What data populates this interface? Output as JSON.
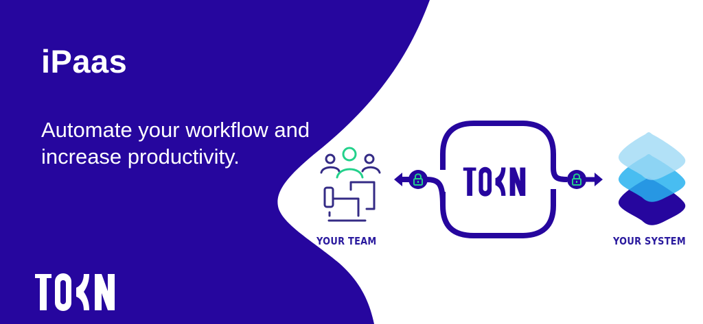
{
  "colors": {
    "brand_purple": "#26069e",
    "accent_green": "#23d18b",
    "layer_light": "#9fd9f5",
    "layer_mid": "#28b2ee",
    "layer_dark": "#26069e",
    "background_right": "#ffffff"
  },
  "hero": {
    "title": "iPaas",
    "subtitle": "Automate your workflow and increase productivity."
  },
  "brand": {
    "logo_text": "TOKN",
    "center_logo_text": "TOKN"
  },
  "diagram": {
    "left_node": {
      "label": "YOUR TEAM",
      "icon": "team-workstation-icon"
    },
    "center_node": {
      "label": "TOKN",
      "icon": "tokn-hub-icon"
    },
    "right_node": {
      "label": "YOUR SYSTEM",
      "icon": "stacked-layers-icon"
    },
    "left_connector": {
      "icon": "lock-icon",
      "direction": "left"
    },
    "right_connector": {
      "icon": "lock-icon",
      "direction": "right"
    }
  }
}
